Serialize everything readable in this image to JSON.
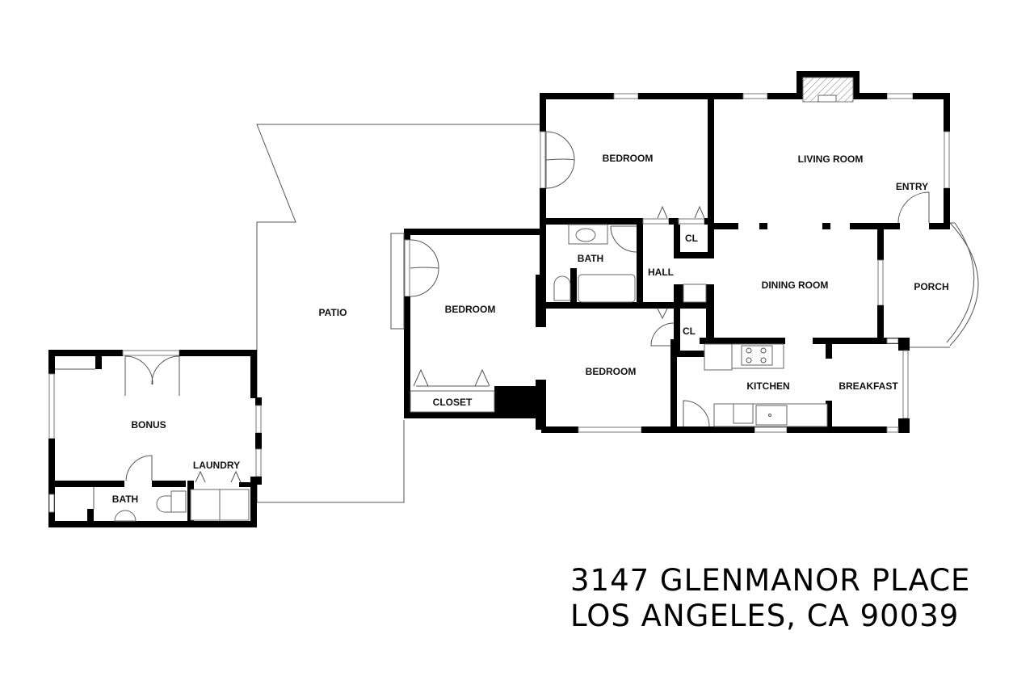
{
  "rooms": {
    "bedroom_top": "BEDROOM",
    "living_room": "LIVING ROOM",
    "entry": "ENTRY",
    "closet_top": "CL",
    "bath_main": "BATH",
    "hall": "HALL",
    "dining_room": "DINING ROOM",
    "porch": "PORCH",
    "bedroom_left": "BEDROOM",
    "patio": "PATIO",
    "closet_mid": "CL",
    "bedroom_bottom": "BEDROOM",
    "closet_left": "CLOSET",
    "kitchen": "KITCHEN",
    "breakfast": "BREAKFAST",
    "bonus": "BONUS",
    "laundry": "LAUNDRY",
    "bath_guest": "BATH"
  },
  "address": {
    "line1": "3147 GLENMANOR PLACE",
    "line2": "LOS ANGELES, CA 90039"
  },
  "colors": {
    "wall": "#000000",
    "background": "#ffffff",
    "line": "#555555"
  }
}
